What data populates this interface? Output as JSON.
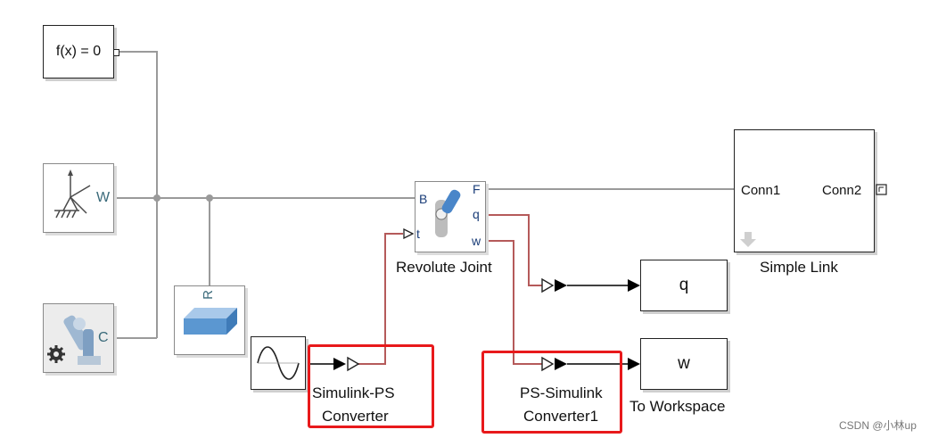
{
  "blocks": {
    "solver": {
      "text": "f(x) = 0"
    },
    "world": {
      "port": "W"
    },
    "mech": {
      "port": "C"
    },
    "rigid": {
      "port": "R"
    },
    "revolute": {
      "label": "Revolute Joint",
      "port_b": "B",
      "port_t": "t",
      "port_f": "F",
      "port_q": "q",
      "port_w": "w"
    },
    "simple_link": {
      "label": "Simple Link",
      "port_in": "Conn1",
      "port_out": "Conn2"
    },
    "q_block": {
      "text": "q"
    },
    "w_block": {
      "text": "w",
      "label": "To Workspace"
    },
    "sl_ps": {
      "label_line1": "Simulink-PS",
      "label_line2": "Converter"
    },
    "ps_sl": {
      "label_line1": "PS-Simulink",
      "label_line2": "Converter1"
    }
  },
  "colors": {
    "highlight": "#e8191b",
    "ps_wire": "#b55a5a",
    "mech_wire": "#9a9a9a",
    "signal_wire": "#000000",
    "accent_blue": "#4a86c9"
  },
  "watermark": "CSDN @小林up"
}
